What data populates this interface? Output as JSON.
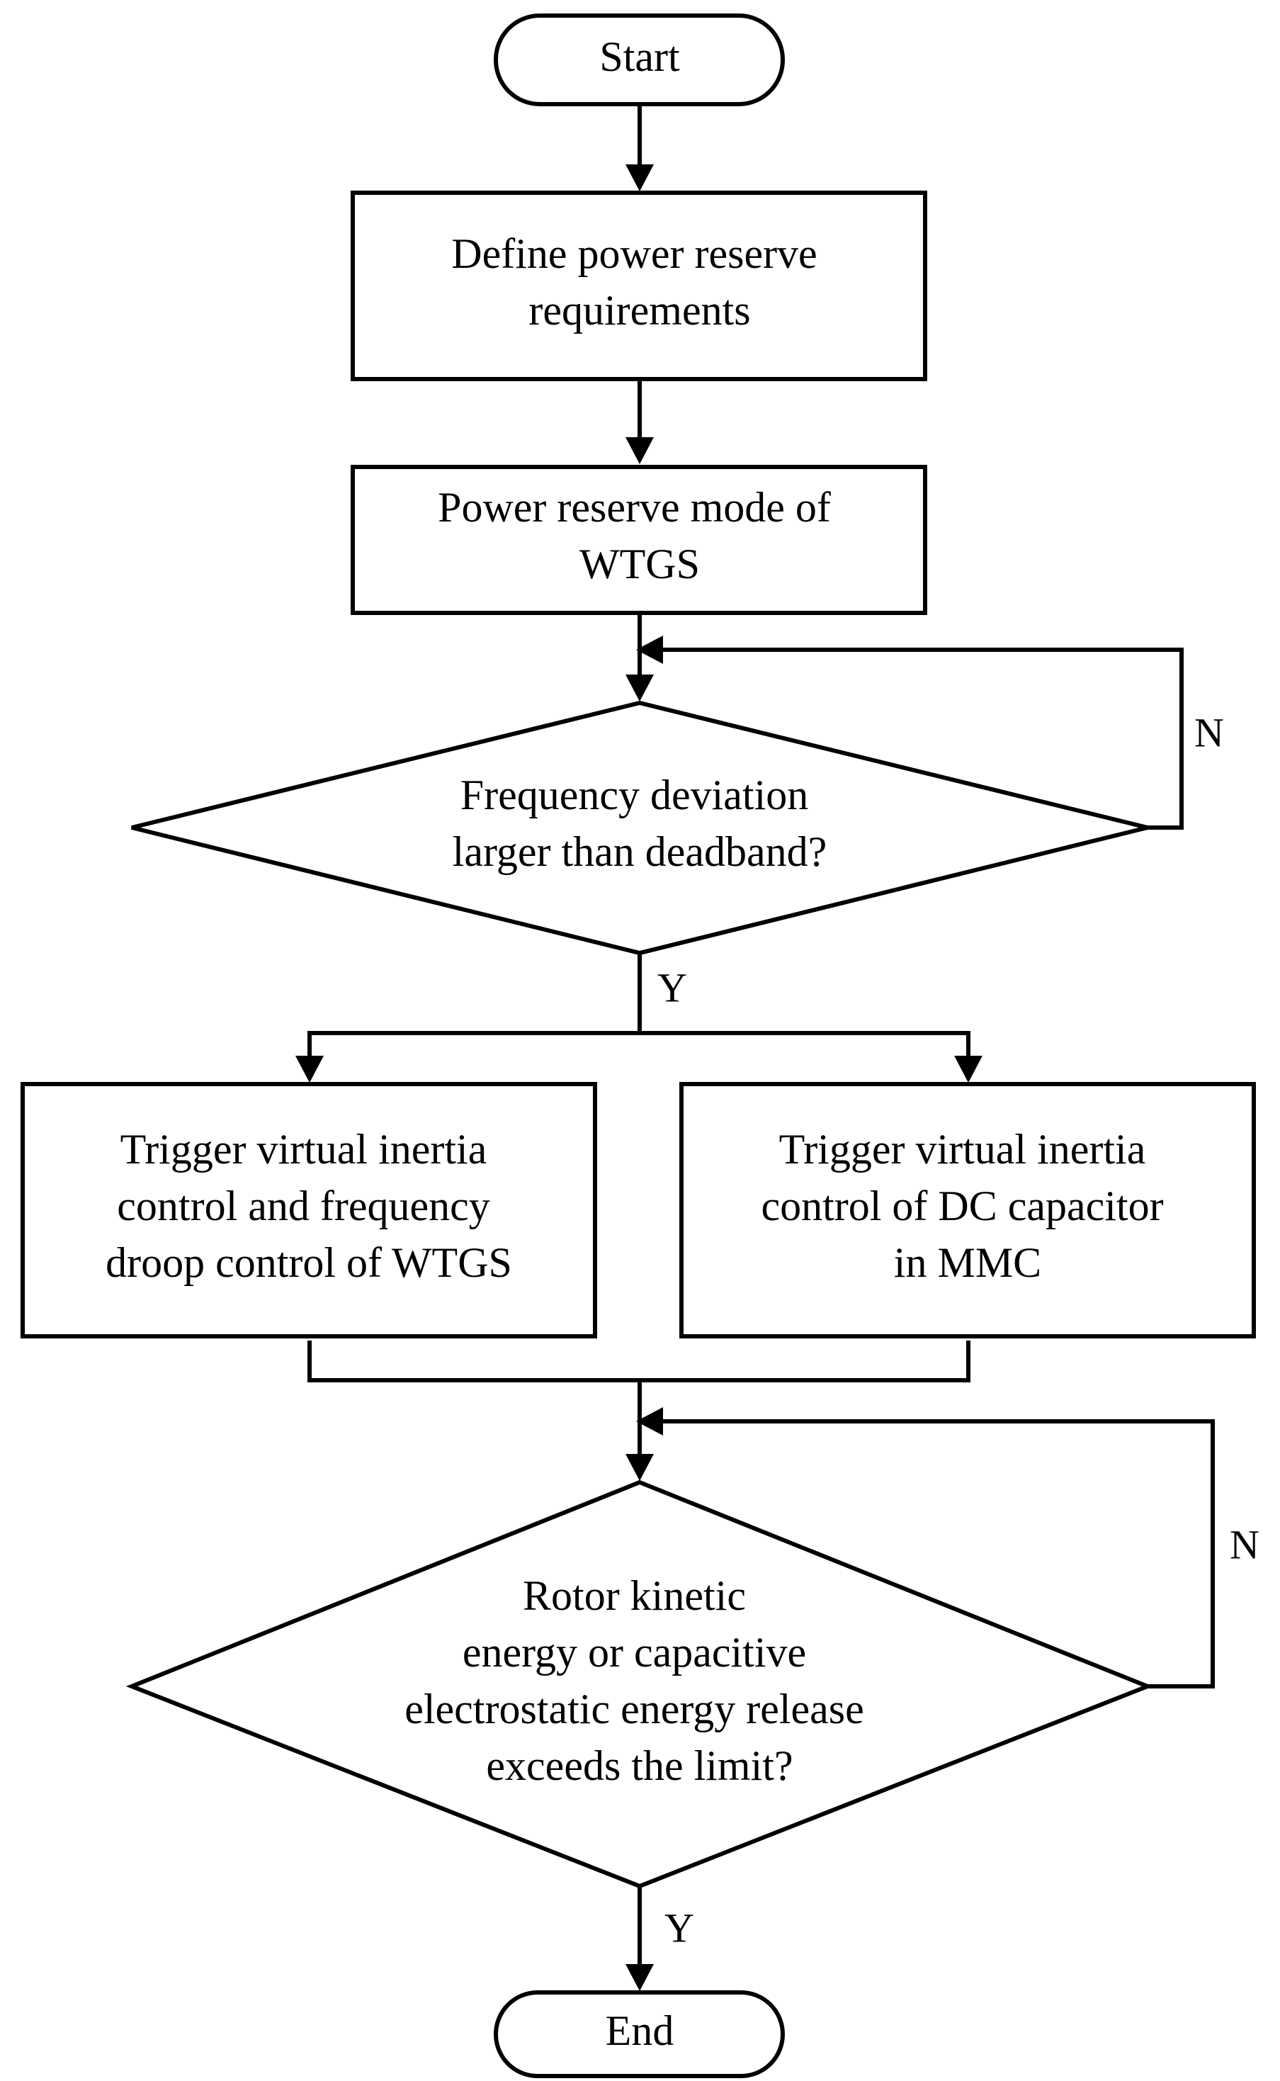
{
  "nodes": {
    "start": {
      "type": "terminal",
      "lines": [
        "Start"
      ]
    },
    "define": {
      "type": "process",
      "lines": [
        "Define power reserve",
        "requirements"
      ]
    },
    "mode": {
      "type": "process",
      "lines": [
        "Power reserve mode of",
        "WTGS"
      ]
    },
    "freq_check": {
      "type": "decision",
      "lines": [
        "Frequency deviation",
        "larger than deadband?"
      ]
    },
    "wtgs_control": {
      "type": "process",
      "lines": [
        "Trigger virtual inertia",
        "control and frequency",
        "droop control of WTGS"
      ]
    },
    "mmc_control": {
      "type": "process",
      "lines": [
        "Trigger virtual inertia",
        "control of DC capacitor",
        "in MMC"
      ]
    },
    "energy_check": {
      "type": "decision",
      "lines": [
        "Rotor kinetic",
        "energy or capacitive",
        "electrostatic energy release",
        "exceeds the limit?"
      ]
    },
    "end": {
      "type": "terminal",
      "lines": [
        "End"
      ]
    }
  },
  "branch_labels": {
    "freq_no": "N",
    "freq_yes": "Y",
    "energy_no": "N",
    "energy_yes": "Y"
  }
}
